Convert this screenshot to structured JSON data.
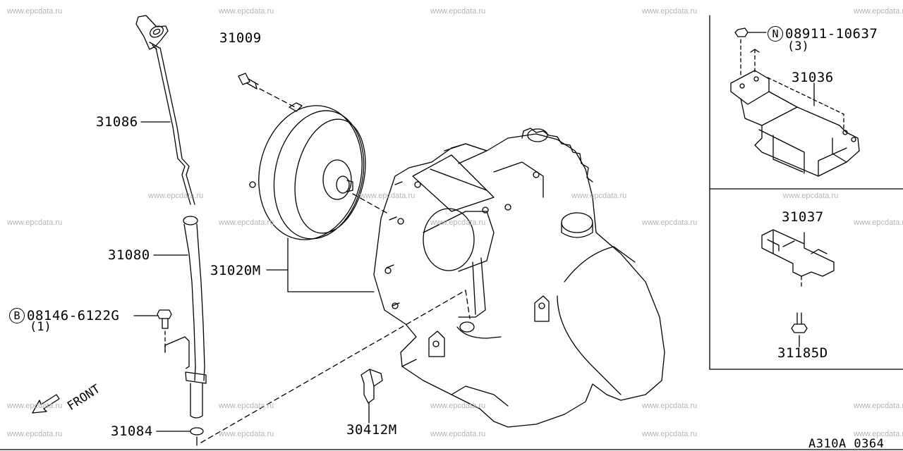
{
  "watermark": "www.epcdata.ru",
  "diagram_code": "A310A 0364",
  "front_label": "FRONT",
  "parts": {
    "p31009": "31009",
    "p31086": "31086",
    "p31080": "31080",
    "p31084": "31084",
    "p31020M": "31020M",
    "p30412M": "30412M",
    "bolt_code": "08146-6122G",
    "bolt_prefix": "B",
    "bolt_qty": "(1)",
    "nut_code": "08911-10637",
    "nut_prefix": "N",
    "nut_qty": "(3)",
    "p31036": "31036",
    "p31037": "31037",
    "p31185D": "31185D"
  }
}
